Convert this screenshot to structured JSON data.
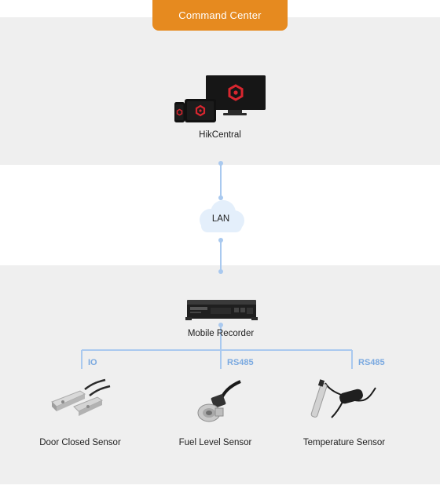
{
  "header": {
    "tab_label": "Command Center"
  },
  "nodes": {
    "central": {
      "label": "HikCentral",
      "icon": "monitor-tablet-phone-icon"
    },
    "network": {
      "label": "LAN",
      "icon": "cloud-icon"
    },
    "recorder": {
      "label": "Mobile Recorder",
      "icon": "mobile-recorder-icon"
    }
  },
  "sensors": [
    {
      "label": "Door Closed Sensor",
      "protocol": "IO",
      "icon": "door-sensor-icon"
    },
    {
      "label": "Fuel Level Sensor",
      "protocol": "RS485",
      "icon": "fuel-level-sensor-icon"
    },
    {
      "label": "Temperature Sensor",
      "protocol": "RS485",
      "icon": "temperature-sensor-icon"
    }
  ],
  "colors": {
    "accent": "#e68a1f",
    "connector": "#a9c9ef",
    "panel": "#efefef",
    "brand_red": "#d8262f"
  }
}
